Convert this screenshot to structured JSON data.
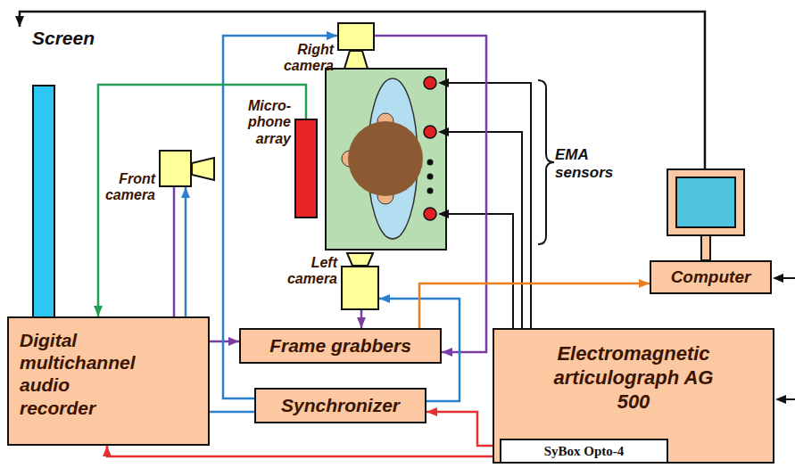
{
  "diagram": {
    "nodes": [
      {
        "text": [
          "Screen"
        ]
      },
      {
        "text": [
          "Right camera"
        ]
      },
      {
        "text": [
          "Front camera"
        ]
      },
      {
        "text": [
          "Micro- phone array"
        ]
      },
      {
        "text": [
          "Left camera"
        ]
      },
      {
        "text": [
          "Computer"
        ]
      },
      {
        "text": [
          "Digital multichannel audio recorder"
        ]
      },
      {
        "text": [
          "Frame grabbers"
        ]
      },
      {
        "text": [
          "Synchronizer"
        ]
      },
      {
        "text": [
          "Electromagnetic articulograph AG 500"
        ]
      },
      {
        "text": [
          "SyBox Opto-4"
        ],
        "in": 9
      }
    ],
    "edges": [
      {
        "from": 1,
        "to": 7,
        "arrow": "to"
      },
      {
        "from": 2,
        "to": 7,
        "arrow": "to"
      },
      {
        "from": 4,
        "to": 7,
        "arrow": "to"
      },
      {
        "from": 8,
        "to": 1,
        "arrow": "to"
      },
      {
        "from": 8,
        "to": 2,
        "arrow": "to"
      },
      {
        "from": 8,
        "to": 4,
        "arrow": "to"
      },
      {
        "from": 3,
        "to": 6,
        "arrow": "to"
      },
      {
        "from": 7,
        "to": 5,
        "arrow": "to"
      },
      {
        "from": 5,
        "to": 0,
        "arrow": "to"
      },
      {
        "from": 10,
        "to": 8,
        "arrow": "to"
      },
      {
        "from": 10,
        "to": 6,
        "arrow": "to"
      }
    ],
    "labels": [
      "EMA sensors"
    ]
  }
}
